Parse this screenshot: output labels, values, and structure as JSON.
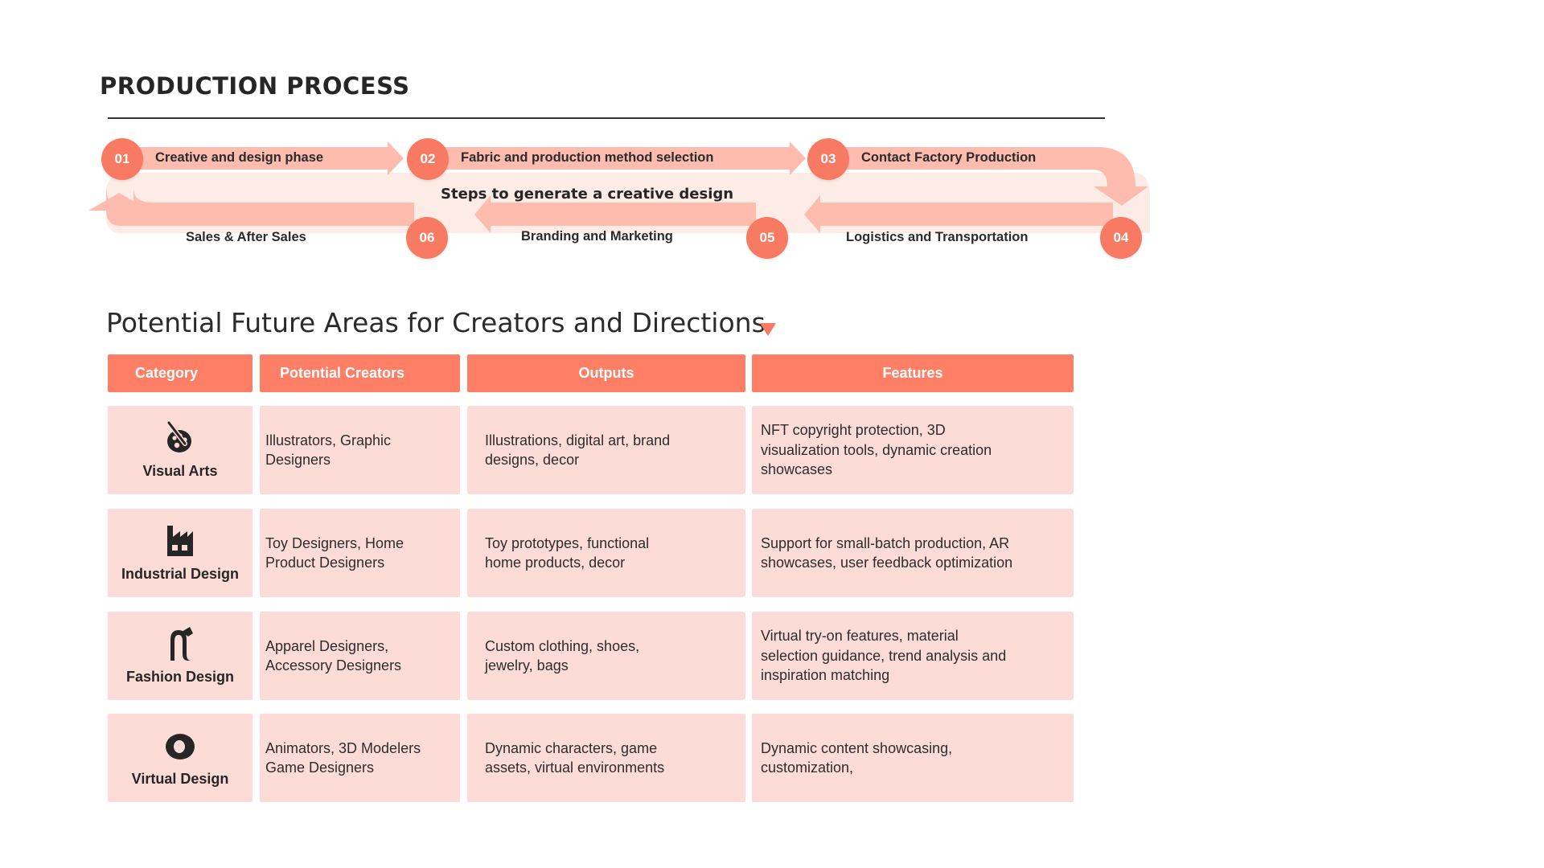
{
  "header": {
    "title": "PRODUCTION PROCESS"
  },
  "process": {
    "center_label": "Steps to generate a creative design",
    "steps": [
      {
        "number": "01",
        "label": "Creative and design phase"
      },
      {
        "number": "02",
        "label": "Fabric and production method selection"
      },
      {
        "number": "03",
        "label": "Contact Factory Production"
      },
      {
        "number": "04",
        "label": "Logistics and Transportation"
      },
      {
        "number": "05",
        "label": "Branding and Marketing"
      },
      {
        "number": "06",
        "label": "Sales & After Sales"
      }
    ]
  },
  "section": {
    "title": "Potential Future Areas for Creators and Directions"
  },
  "table": {
    "headers": [
      "Category",
      "Potential Creators",
      "Outputs",
      "Features"
    ],
    "rows": [
      {
        "category": "Visual Arts",
        "icon": "palette-icon",
        "creators": "Illustrators, Graphic Designers",
        "outputs": "Illustrations, digital art, brand designs, decor",
        "features": "NFT copyright protection, 3D visualization tools, dynamic creation showcases"
      },
      {
        "category": "Industrial Design",
        "icon": "factory-icon",
        "creators": "Toy Designers, Home Product Designers",
        "outputs": "Toy prototypes, functional home products, decor",
        "features": "Support for small-batch production, AR showcases, user feedback optimization"
      },
      {
        "category": "Fashion Design",
        "icon": "high-heel-icon",
        "creators": "Apparel Designers, Accessory Designers",
        "outputs": "Custom clothing, shoes, jewelry, bags",
        "features": "Virtual try-on features, material selection guidance, trend analysis and inspiration matching"
      },
      {
        "category": "Virtual Design",
        "icon": "ring-icon",
        "creators": "Animators, 3D Modelers Game Designers",
        "outputs": "Dynamic characters, game assets, virtual environments",
        "features": "Dynamic content showcasing, customization,"
      }
    ]
  },
  "colors": {
    "accent": "#f97a62",
    "header_fill": "#fe7f65",
    "cell_fill": "#fddcd7",
    "arrow_fill": "#fdbcae",
    "band_fill": "#fdebe6"
  }
}
